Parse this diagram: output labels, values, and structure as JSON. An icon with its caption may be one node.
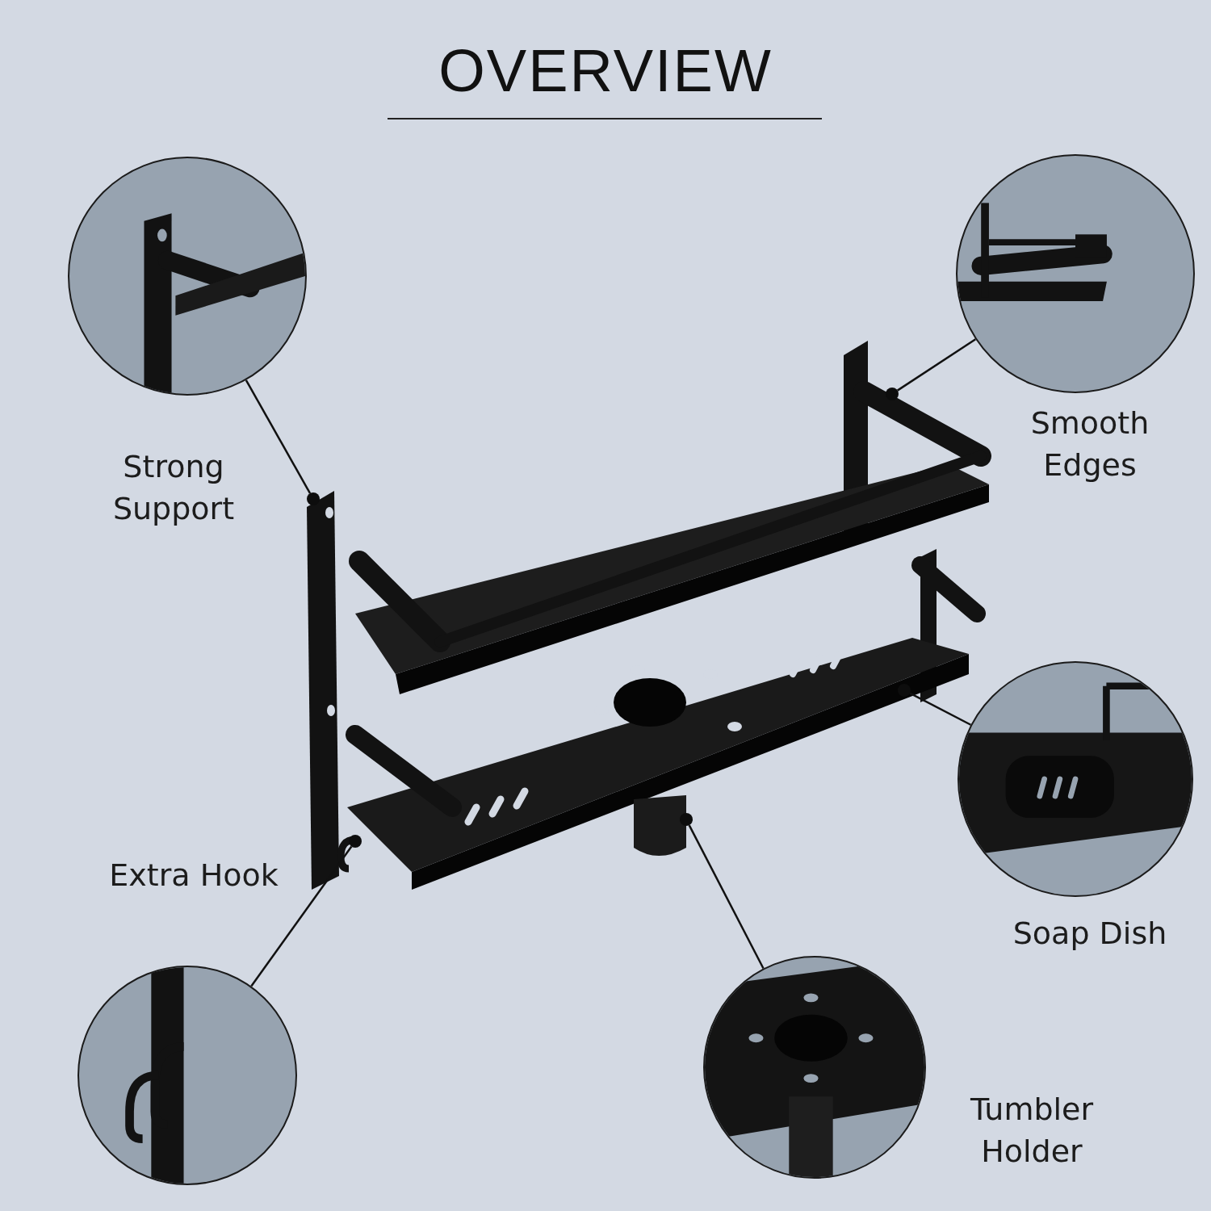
{
  "diagram": {
    "title": "OVERVIEW",
    "nodes": [
      {
        "text": [],
        "shape": "picture",
        "beside": [
          "Strong Support"
        ]
      },
      {
        "text": [],
        "shape": "picture",
        "beside": [
          "Smooth Edges"
        ]
      },
      {
        "text": [],
        "shape": "picture",
        "beside": [
          "Soap Dish"
        ]
      },
      {
        "text": [],
        "shape": "picture",
        "beside": [
          "Extra Hook"
        ]
      },
      {
        "text": [],
        "shape": "picture",
        "beside": [
          "Tumbler Holder"
        ]
      },
      {
        "text": [],
        "shape": "circle"
      },
      {
        "text": [],
        "shape": "circle"
      },
      {
        "text": [],
        "shape": "circle"
      },
      {
        "text": [],
        "shape": "circle"
      },
      {
        "text": [],
        "shape": "circle"
      }
    ],
    "edges": [
      {
        "from": 0,
        "to": 6,
        "arrow": "none"
      },
      {
        "from": 1,
        "to": 5,
        "arrow": "none"
      },
      {
        "from": 2,
        "to": 7,
        "arrow": "none"
      },
      {
        "from": 3,
        "to": 9,
        "arrow": "none"
      },
      {
        "from": 4,
        "to": 8,
        "arrow": "none"
      }
    ]
  }
}
